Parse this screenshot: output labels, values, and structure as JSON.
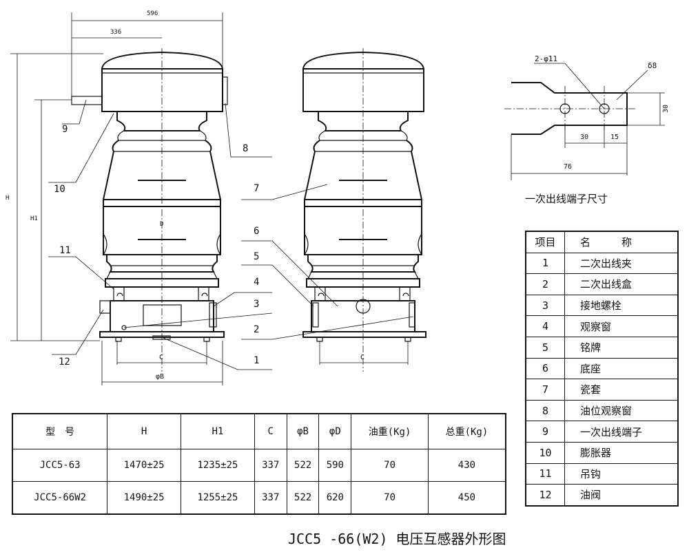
{
  "front_view": {
    "dims": {
      "overall_width": "596",
      "offset": "336",
      "height": "H",
      "height1": "H1",
      "diameter": "D",
      "base_spacing": "C",
      "base_diameter": "φB"
    },
    "callouts": [
      "1",
      "2",
      "3",
      "4",
      "5",
      "6",
      "7",
      "8",
      "9",
      "10",
      "11",
      "12"
    ]
  },
  "side_view": {
    "base_spacing": "C"
  },
  "terminal_detail": {
    "hole_label": "2-φ11",
    "thickness_label": "δ8",
    "height": "30",
    "hole_spacing": "30",
    "edge_offset": "15",
    "length": "76",
    "caption": "一次出线端子尺寸"
  },
  "parts_table": {
    "headers": [
      "项目",
      "名　　　称"
    ],
    "rows": [
      [
        "1",
        "二次出线夹"
      ],
      [
        "2",
        "二次出线盒"
      ],
      [
        "3",
        "接地螺栓"
      ],
      [
        "4",
        "观察窗"
      ],
      [
        "5",
        "铭牌"
      ],
      [
        "6",
        "底座"
      ],
      [
        "7",
        "瓷套"
      ],
      [
        "8",
        "油位观察窗"
      ],
      [
        "9",
        "一次出线端子"
      ],
      [
        "10",
        "膨胀器"
      ],
      [
        "11",
        "吊钩"
      ],
      [
        "12",
        "油阀"
      ]
    ]
  },
  "spec_table": {
    "headers": [
      "型　号",
      "H",
      "H1",
      "C",
      "φB",
      "φD",
      "油重(Kg)",
      "总重(Kg)"
    ],
    "rows": [
      [
        "JCC5-63",
        "1470±25",
        "1235±25",
        "337",
        "522",
        "590",
        "70",
        "430"
      ],
      [
        "JCC5-66W2",
        "1490±25",
        "1255±25",
        "337",
        "522",
        "620",
        "70",
        "450"
      ]
    ]
  },
  "title": "JCC5 -66(W2) 电压互感器外形图"
}
